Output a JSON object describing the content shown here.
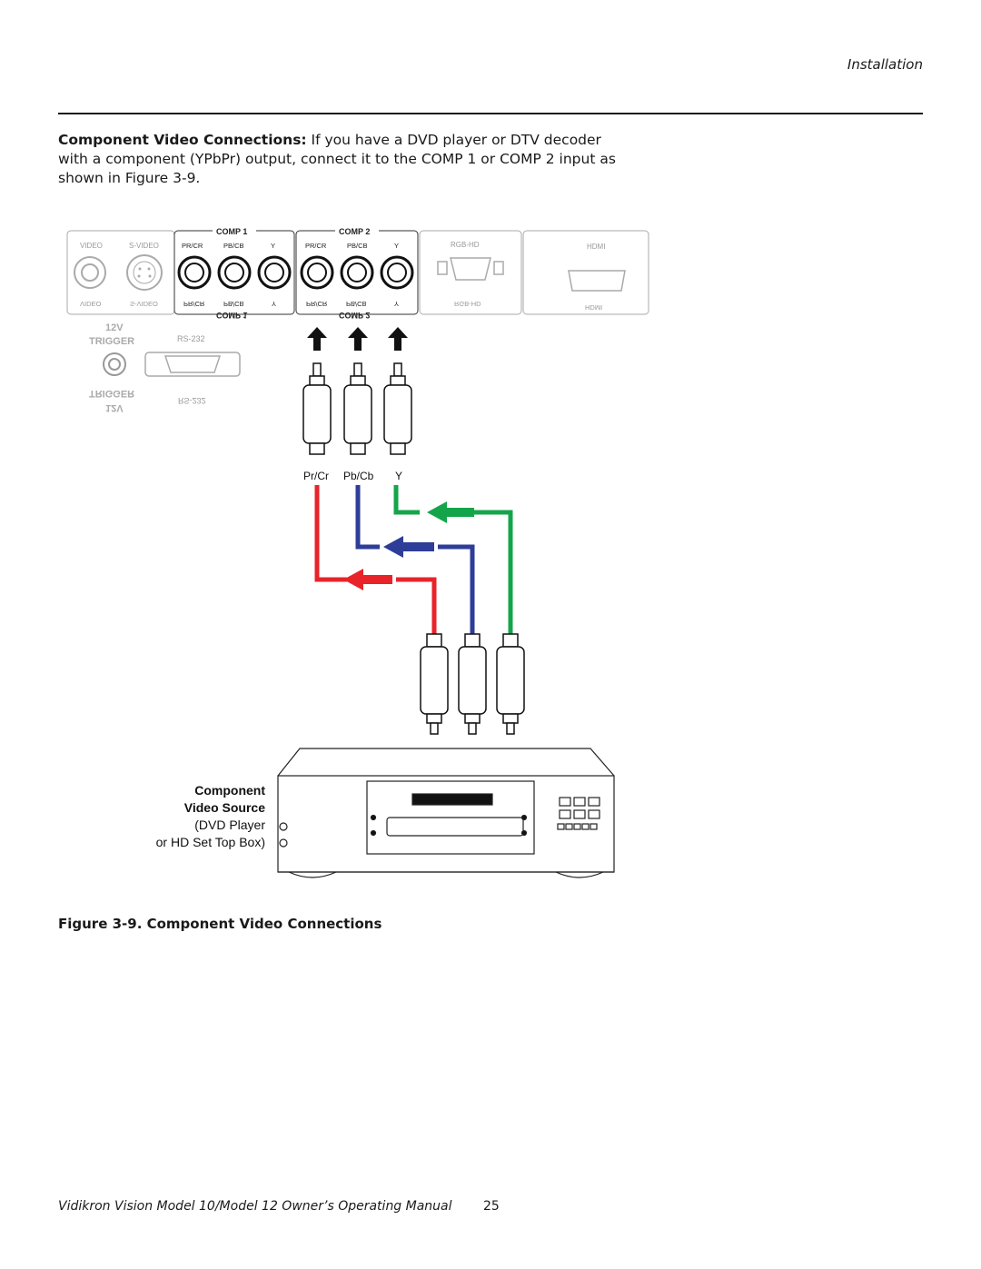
{
  "header": {
    "section": "Installation"
  },
  "intro": {
    "lead": "Component Video Connections:",
    "text": " If you have a DVD player or DTV decoder with a component (YPbPr) output, connect it to the COMP 1 or COMP 2 input as shown in Figure 3-9."
  },
  "panel": {
    "video": "VIDEO",
    "svideo": "S-VIDEO",
    "comp1": "COMP 1",
    "comp2": "COMP 2",
    "pr": "PR/CR",
    "pb": "PB/CB",
    "y": "Y",
    "rgbhd": "RGB-HD",
    "hdmi": "HDMI",
    "v12": "12V",
    "trigger": "TRIGGER",
    "rs232": "RS-232"
  },
  "cable_labels": {
    "pr": "Pr/Cr",
    "pb": "Pb/Cb",
    "y": "Y"
  },
  "source": {
    "title1": "Component",
    "title2": "Video Source",
    "line3": "(DVD Player",
    "line4": "or HD Set Top Box)"
  },
  "colors": {
    "red": "#e8232a",
    "blue": "#2e3d98",
    "green": "#14a54b"
  },
  "caption": "Figure 3-9. Component Video Connections",
  "footer": {
    "title": "Vidikron Vision Model 10/Model 12 Owner’s Operating Manual",
    "page": "25"
  }
}
